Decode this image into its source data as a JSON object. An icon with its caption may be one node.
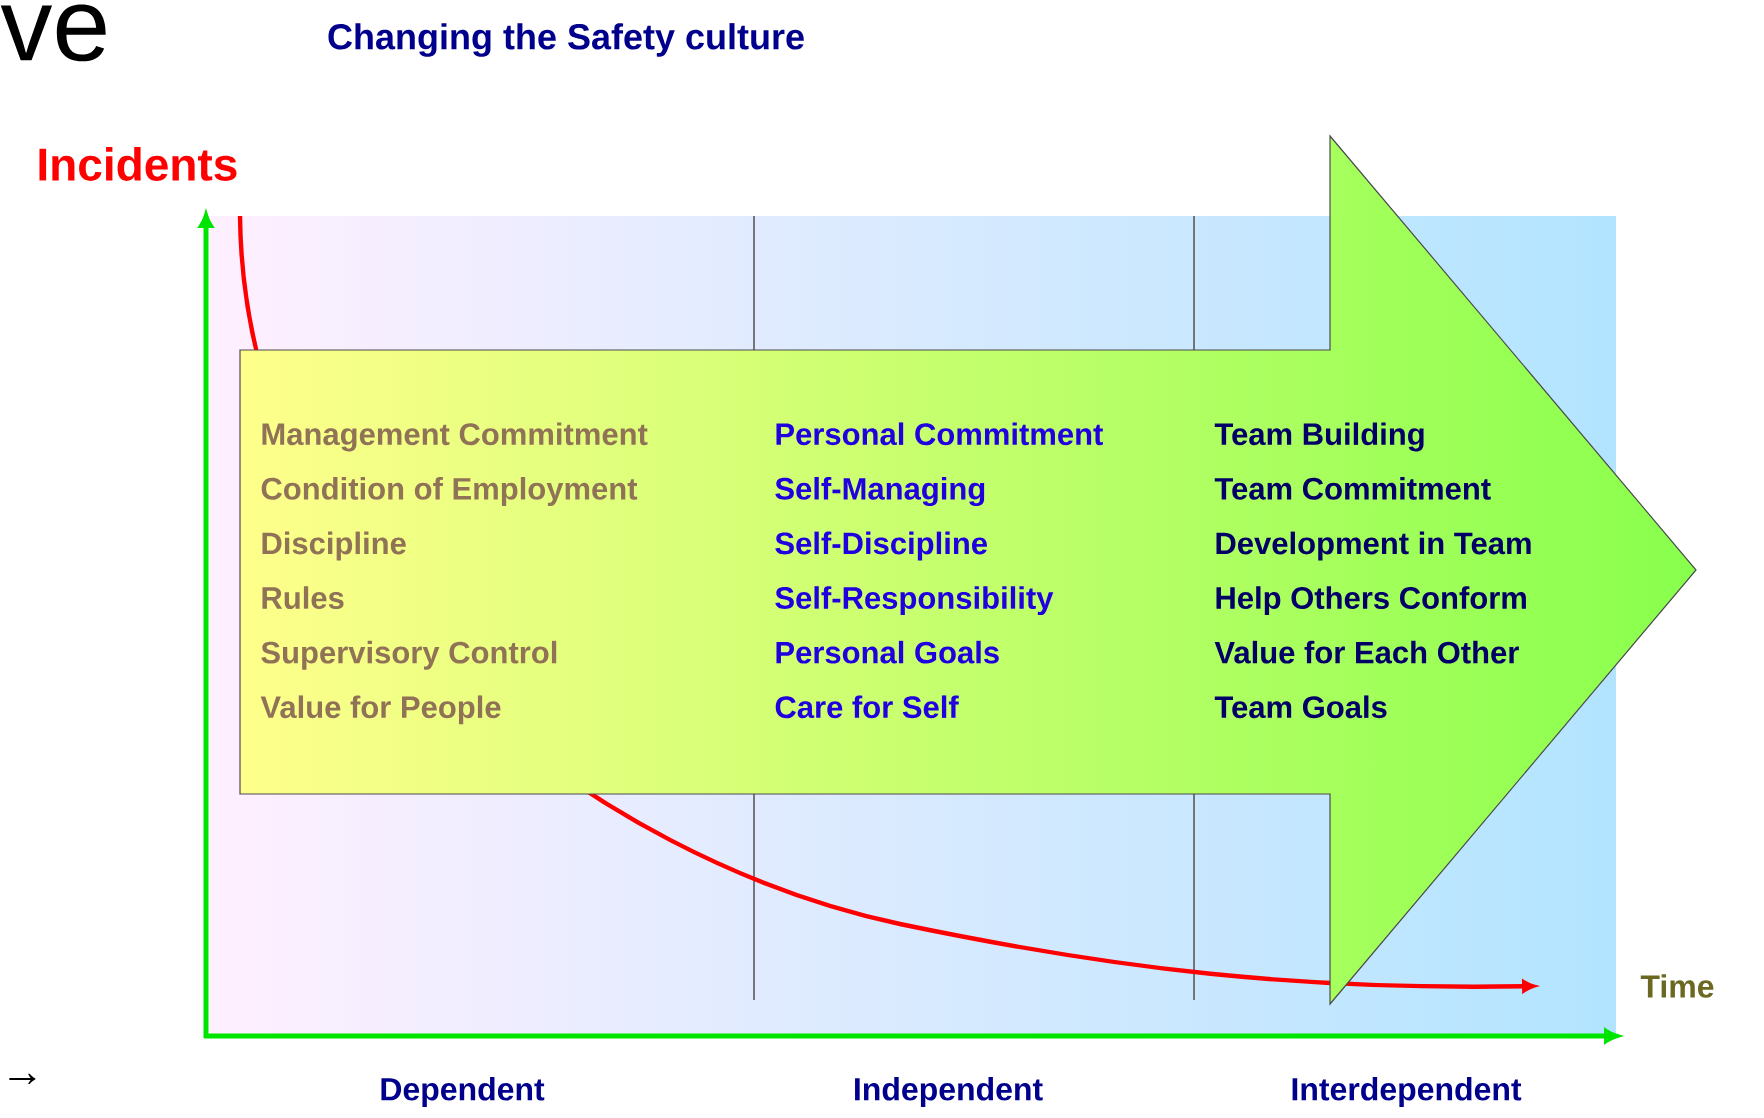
{
  "diagram": {
    "title": "Changing the Safety culture",
    "nodes": [
      {
        "text": [],
        "shape": "arrow"
      },
      {
        "text": [
          "Management Commitment",
          "Condition of Employment",
          "Discipline",
          "Rules",
          "Supervisory Control",
          "Value for People"
        ],
        "in": 0
      },
      {
        "text": [
          "Personal Commitment",
          "Self-Managing",
          "Self-Discipline",
          "Self-Responsibility",
          "Personal Goals",
          "Care for Self"
        ],
        "in": 0
      },
      {
        "text": [
          "Team Building",
          "Team Commitment",
          "Development in Team",
          "Help Others Conform",
          "Value for Each Other",
          "Team Goals"
        ],
        "in": 0
      }
    ],
    "labels": [
      "ve",
      "Incidents",
      "Time",
      "Dependent",
      "Independent",
      "Interdependent",
      "→"
    ]
  }
}
